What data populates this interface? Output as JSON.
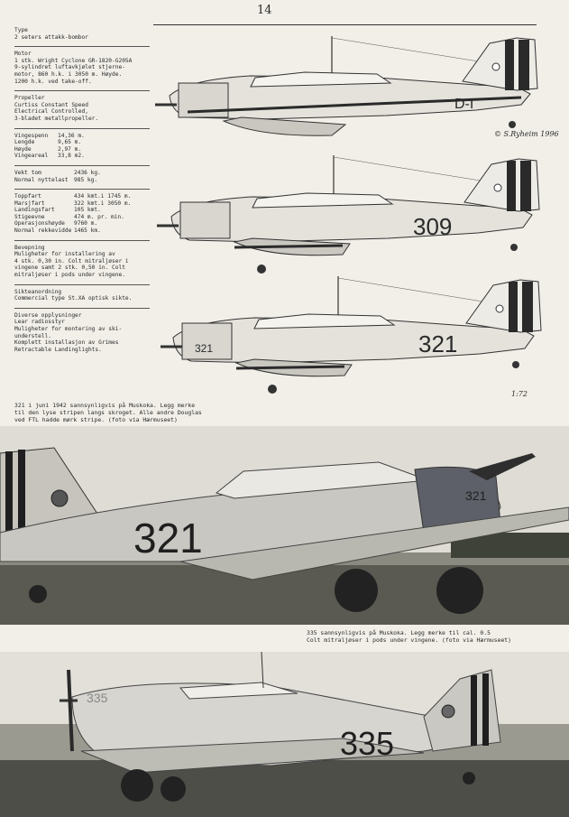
{
  "page_number": "14",
  "specs": {
    "type_heading": "Type",
    "type_value": "2 seters attakk-bombor",
    "motor_heading": "Motor",
    "motor_lines": [
      "1 stk. Wright Cyclone GR-1820-G205A",
      "9-sylindret luftavkjølet stjerne-",
      "motor, 860 h.k. i 3050 m. Høyde.",
      "1200 h.k. ved take-off."
    ],
    "propeller_heading": "Propeller",
    "propeller_lines": [
      "Curtiss Constant Speed",
      "Electrical Controlled,",
      "3-bladet metallpropeller."
    ],
    "dimensions": [
      {
        "k": "Vingespenn",
        "v": "14,36 m."
      },
      {
        "k": "Lengde",
        "v": "9,65 m."
      },
      {
        "k": "Høyde",
        "v": "2,97 m."
      },
      {
        "k": "Vingeareal",
        "v": "33,8  m2."
      }
    ],
    "weights": [
      {
        "k": "Vekt tom",
        "v": "2436 kg."
      },
      {
        "k": "Normal nyttelast",
        "v": "985 kg."
      }
    ],
    "performance": [
      {
        "k": "Toppfart",
        "v": "434 kmt.i 1745 m."
      },
      {
        "k": "Marsjfart",
        "v": "322 kmt.i 3050 m."
      },
      {
        "k": "Landingsfart",
        "v": "105 kmt."
      },
      {
        "k": "Stigeevne",
        "v": "474 m. pr. min."
      },
      {
        "k": "Operasjonshøyde",
        "v": "9760 m."
      },
      {
        "k": "Normal rekkevidde",
        "v": "1465 km."
      }
    ],
    "armament_heading": "Bevepning",
    "armament_lines": [
      "Muligheter for installering av",
      "4 stk. 0,30 in. Colt mitraljøser i",
      "vingene samt 2 stk. 0,50 in. Colt",
      "mitraljøser i pods under vingene."
    ],
    "sight_heading": "Sikteanordning",
    "sight_value": "Commercial type St.XA optisk sikte.",
    "misc_heading": "Diverse  opplysninger",
    "misc_lines": [
      "Lear radiosstyr",
      "Muligheter for montering av ski-",
      "understell.",
      "Komplett installasjon av Grimes",
      "Retractable Landinglights."
    ]
  },
  "drawings": {
    "top_code": "D-I",
    "middle_number": "309",
    "bottom_number": "321",
    "bottom_nose_number": "321",
    "signature": "© S.Ryheim 1996",
    "scale": "1:72"
  },
  "captions": {
    "photo1": "321 i juni 1942 sannsynligvis på Muskoka. Legg merke\ntil den lyse stripen langs skroget. Alle andre Douglas\nved FTL hadde mørk stripe.  (foto via Hærmuseet)",
    "photo2": "335 sannsynligvis på Muskoka. Legg merke til cal. 0.5\nColt mitraljøser i pods under vingene. (foto via Hærmuseet)"
  },
  "photos": {
    "photo1_number": "321",
    "photo1_nose_number": "321",
    "photo2_number": "335",
    "photo2_nose_number": "335"
  }
}
